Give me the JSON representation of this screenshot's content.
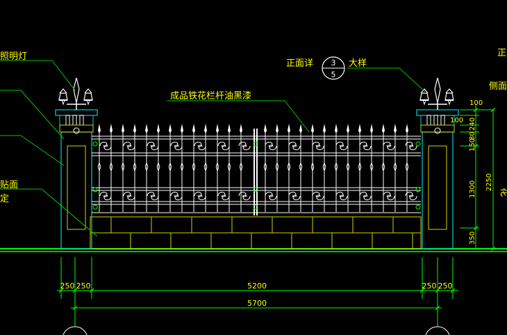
{
  "labels": {
    "lighting": "照明灯",
    "detail_prefix": "正面详",
    "detail_num": "3",
    "detail_den": "5",
    "detail_suffix": "大样",
    "railing": "成品铁花栏杆油黑漆",
    "left_mid_1": "贴面",
    "left_mid_2": "定",
    "right_top": "正",
    "right_side": "侧面",
    "right_flower": "花"
  },
  "dimensions": {
    "pier_left_a": "250",
    "pier_left_b": "250",
    "span_inner": "5200",
    "pier_right_a": "250",
    "pier_right_b": "250",
    "span_total": "5700",
    "v_100a": "100",
    "v_240": "240",
    "v_80": "80",
    "v_100b": "100",
    "v_150": "150",
    "v_2250": "2250",
    "v_1300": "1300",
    "v_350": "350"
  },
  "colors": {
    "background": "#000000",
    "dimension_line": "#00ff00",
    "leader_line": "#00c800",
    "text_yellow": "#ffff00",
    "railing_white": "#ffffff",
    "pier_cyan": "#00d0d0",
    "wall_yellow": "#d4d400",
    "ground_green": "#00ff00"
  }
}
